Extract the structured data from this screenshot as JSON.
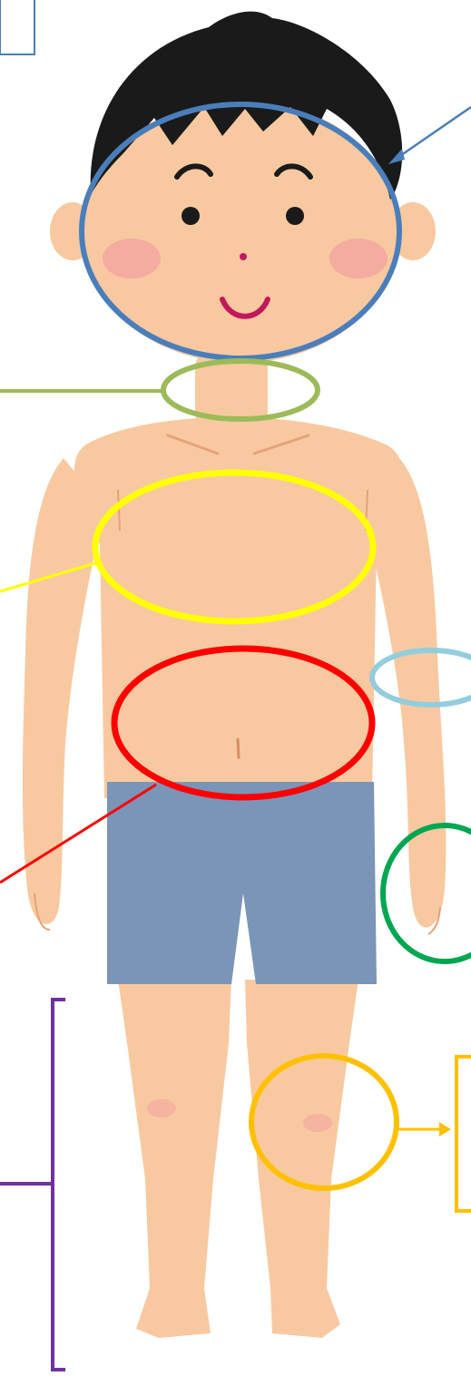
{
  "diagram": {
    "subject": "cartoon-boy-body-parts",
    "markers": [
      {
        "part": "head",
        "color": "#4A7EBB",
        "shape": "circle-outline",
        "leader": "arrow-to-top-right"
      },
      {
        "part": "neck",
        "color": "#9BBB59",
        "shape": "ellipse-outline",
        "leader": "line-to-left"
      },
      {
        "part": "chest",
        "color": "#FFFF00",
        "shape": "ellipse-outline",
        "leader": "line-to-left"
      },
      {
        "part": "belly",
        "color": "#FF0000",
        "shape": "ellipse-outline",
        "leader": "line-to-lower-left"
      },
      {
        "part": "elbow",
        "color": "#93CDDD",
        "shape": "ellipse-outline",
        "leader": "none"
      },
      {
        "part": "hand",
        "color": "#00A651",
        "shape": "circle-outline",
        "leader": "none"
      },
      {
        "part": "knee",
        "color": "#FFC000",
        "shape": "circle-outline",
        "leader": "arrow-to-right-box"
      },
      {
        "part": "legs",
        "color": "#7030A0",
        "shape": "bracket",
        "leader": "line-to-left"
      }
    ],
    "colors": {
      "skin": "#F8C9A0",
      "skin_line": "#E6A27A",
      "hair": "#1A1A1A",
      "shorts": "#7B95B8",
      "cheek": "#F2A0A0",
      "mouth": "#C2185B",
      "label_box_blue": "#4A7EBB",
      "label_box_gold": "#FFC000"
    }
  }
}
